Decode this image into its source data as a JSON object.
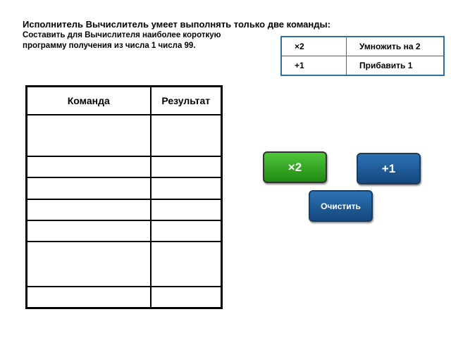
{
  "header": {
    "title": "Исполнитель Вычислитель умеет выполнять только две команды:",
    "task_line1": "Составить для Вычислителя наиболее короткую",
    "task_line2": "программу получения из числа 1 числа 99."
  },
  "legend": {
    "rows": [
      {
        "command": "×2",
        "description": "Умножить на 2"
      },
      {
        "command": "+1",
        "description": "Прибавить 1"
      }
    ]
  },
  "program_table": {
    "headers": [
      "Команда",
      "Результат"
    ],
    "rows": [
      {
        "command": "",
        "result": ""
      },
      {
        "command": "",
        "result": ""
      },
      {
        "command": "",
        "result": ""
      },
      {
        "command": "",
        "result": ""
      },
      {
        "command": "",
        "result": ""
      },
      {
        "command": "",
        "result": ""
      },
      {
        "command": "",
        "result": ""
      }
    ]
  },
  "buttons": {
    "multiply_label": "×2",
    "add_label": "+1",
    "clear_label": "Очистить"
  },
  "colors": {
    "legend_border": "#2e6ea6",
    "multiply_button": "#2fa81f",
    "blue_button": "#1b5a97"
  }
}
